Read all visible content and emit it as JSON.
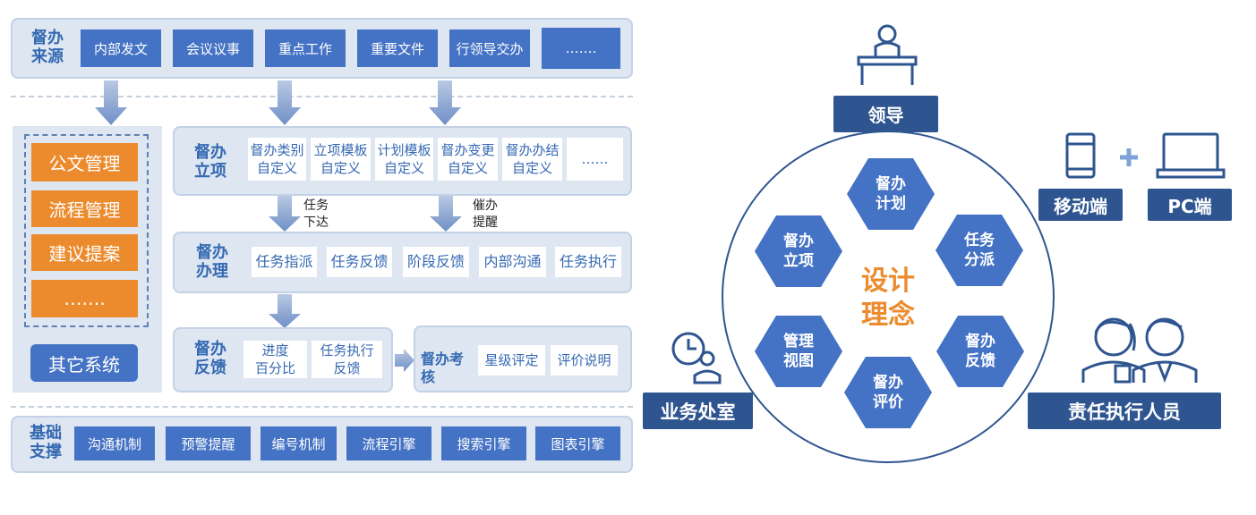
{
  "sources": {
    "label": [
      "督办",
      "来源"
    ],
    "items": [
      "内部发文",
      "会议议事",
      "重点工作",
      "重要文件",
      "行领导交办",
      "……."
    ]
  },
  "other_systems": {
    "items": [
      "公文管理",
      "流程管理",
      "建议提案",
      "……."
    ],
    "button": "其它系统"
  },
  "project": {
    "label": [
      "督办",
      "立项"
    ],
    "items": [
      {
        "line1": "督办类别",
        "line2": "自定义"
      },
      {
        "line1": "立项模板",
        "line2": "自定义"
      },
      {
        "line1": "计划模板",
        "line2": "自定义"
      },
      {
        "line1": "督办变更",
        "line2": "自定义"
      },
      {
        "line1": "督办办结",
        "line2": "自定义"
      },
      {
        "line1": "……",
        "line2": ""
      }
    ]
  },
  "arrow_labels": {
    "dispatch": [
      "任务",
      "下达"
    ],
    "urge": [
      "催办",
      "提醒"
    ]
  },
  "handling": {
    "label": [
      "督办",
      "办理"
    ],
    "items": [
      "任务指派",
      "任务反馈",
      "阶段反馈",
      "内部沟通",
      "任务执行"
    ]
  },
  "feedback": {
    "label": [
      "督办",
      "反馈"
    ],
    "items": [
      {
        "line1": "进度",
        "line2": "百分比"
      },
      {
        "line1": "任务执行",
        "line2": "反馈"
      }
    ]
  },
  "assessment": {
    "label": [
      "督办考",
      "核"
    ],
    "items": [
      "星级评定",
      "评价说明"
    ]
  },
  "foundation": {
    "label": [
      "基础",
      "支撑"
    ],
    "items": [
      "沟通机制",
      "预警提醒",
      "编号机制",
      "流程引擎",
      "搜索引擎",
      "图表引擎"
    ]
  },
  "concept": {
    "center": [
      "设计",
      "理念"
    ],
    "hexagons": [
      [
        "督办",
        "计划"
      ],
      [
        "任务",
        "分派"
      ],
      [
        "督办",
        "反馈"
      ],
      [
        "督办",
        "评价"
      ],
      [
        "管理",
        "视图"
      ],
      [
        "督办",
        "立项"
      ]
    ]
  },
  "roles": {
    "leader": "领导",
    "mobile": "移动端",
    "pc": "PC端",
    "plus": "+",
    "office": "业务处室",
    "executors": "责任执行人员"
  },
  "colors": {
    "blue": "#4472c4",
    "navy": "#2f5590",
    "orange": "#ec8b2e",
    "panel": "#dde6f1"
  }
}
